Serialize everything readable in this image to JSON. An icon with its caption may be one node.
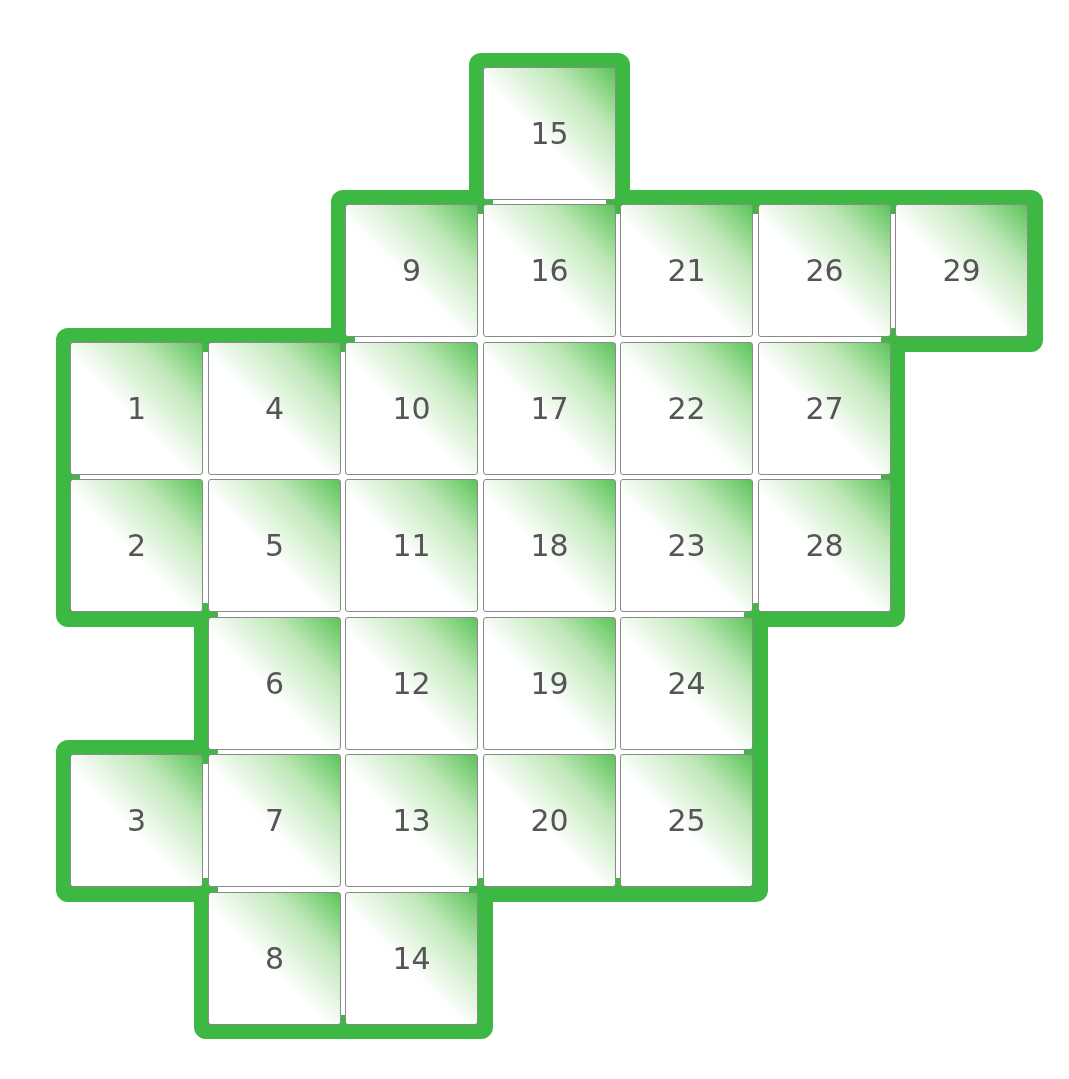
{
  "diagram": {
    "nodes": [
      {
        "text": [
          "1"
        ]
      },
      {
        "text": [
          "2"
        ]
      },
      {
        "text": [
          "3"
        ]
      },
      {
        "text": [
          "4"
        ]
      },
      {
        "text": [
          "5"
        ]
      },
      {
        "text": [
          "6"
        ]
      },
      {
        "text": [
          "7"
        ]
      },
      {
        "text": [
          "8"
        ]
      },
      {
        "text": [
          "9"
        ]
      },
      {
        "text": [
          "10"
        ]
      },
      {
        "text": [
          "11"
        ]
      },
      {
        "text": [
          "12"
        ]
      },
      {
        "text": [
          "13"
        ]
      },
      {
        "text": [
          "14"
        ]
      },
      {
        "text": [
          "15"
        ]
      },
      {
        "text": [
          "16"
        ]
      },
      {
        "text": [
          "17"
        ]
      },
      {
        "text": [
          "18"
        ]
      },
      {
        "text": [
          "19"
        ]
      },
      {
        "text": [
          "20"
        ]
      },
      {
        "text": [
          "21"
        ]
      },
      {
        "text": [
          "22"
        ]
      },
      {
        "text": [
          "23"
        ]
      },
      {
        "text": [
          "24"
        ]
      },
      {
        "text": [
          "25"
        ]
      },
      {
        "text": [
          "26"
        ]
      },
      {
        "text": [
          "27"
        ]
      },
      {
        "text": [
          "28"
        ]
      },
      {
        "text": [
          "29"
        ]
      }
    ]
  }
}
